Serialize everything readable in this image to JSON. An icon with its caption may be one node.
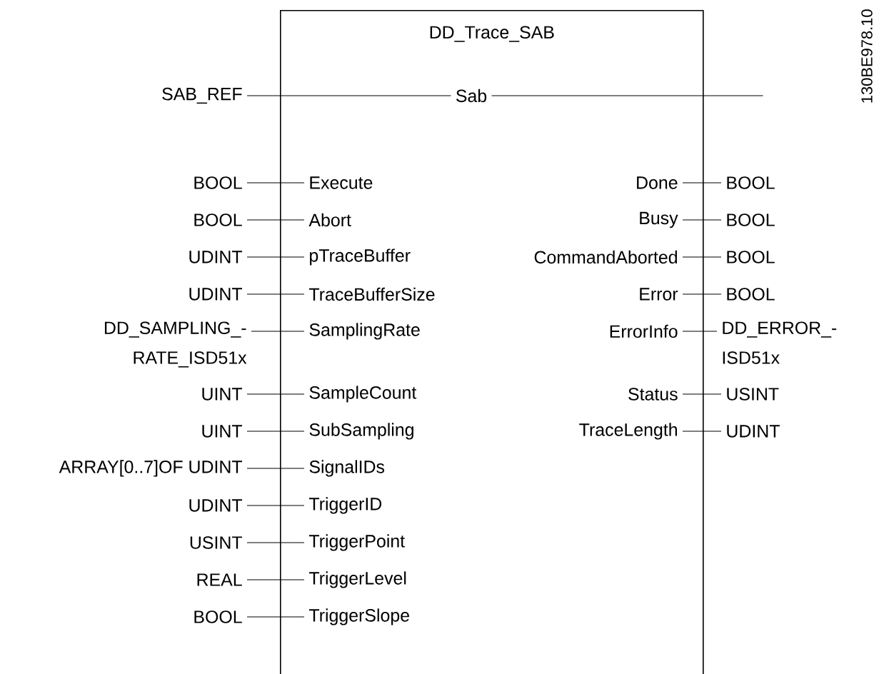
{
  "diagram": {
    "nodes": [
      {
        "text": [
          "DD_Trace_SAB"
        ]
      },
      {
        "text": [
          "SAB_REF"
        ]
      },
      {
        "text": [
          "Sab"
        ],
        "in": 0
      },
      {
        "text": [
          "BOOL"
        ]
      },
      {
        "text": [
          "Execute"
        ],
        "in": 0
      },
      {
        "text": [
          "Done"
        ],
        "in": 0
      },
      {
        "text": [
          "BOOL"
        ]
      },
      {
        "text": [
          "BOOL"
        ]
      },
      {
        "text": [
          "Abort"
        ],
        "in": 0
      },
      {
        "text": [
          "Busy"
        ],
        "in": 0
      },
      {
        "text": [
          "BOOL"
        ]
      },
      {
        "text": [
          "UDINT"
        ]
      },
      {
        "text": [
          "pTraceBuffer"
        ],
        "in": 0
      },
      {
        "text": [
          "CommandAborted"
        ],
        "in": 0
      },
      {
        "text": [
          "BOOL"
        ]
      },
      {
        "text": [
          "UDINT"
        ]
      },
      {
        "text": [
          "TraceBufferSize"
        ],
        "in": 0
      },
      {
        "text": [
          "Error"
        ],
        "in": 0
      },
      {
        "text": [
          "BOOL"
        ]
      },
      {
        "text": [
          "DD_SAMPLING_- RATE_ISD51x"
        ]
      },
      {
        "text": [
          "SamplingRate"
        ],
        "in": 0
      },
      {
        "text": [
          "ErrorInfo"
        ],
        "in": 0
      },
      {
        "text": [
          "DD_ERROR_- ISD51x"
        ]
      },
      {
        "text": [
          "UINT"
        ]
      },
      {
        "text": [
          "SampleCount"
        ],
        "in": 0
      },
      {
        "text": [
          "Status"
        ],
        "in": 0
      },
      {
        "text": [
          "USINT"
        ]
      },
      {
        "text": [
          "UINT"
        ]
      },
      {
        "text": [
          "SubSampling"
        ],
        "in": 0
      },
      {
        "text": [
          "TraceLength"
        ],
        "in": 0
      },
      {
        "text": [
          "UDINT"
        ]
      },
      {
        "text": [
          "ARRAY[0..7]OF UDINT"
        ]
      },
      {
        "text": [
          "SignalIDs"
        ],
        "in": 0
      },
      {
        "text": [
          "UDINT"
        ]
      },
      {
        "text": [
          "TriggerID"
        ],
        "in": 0
      },
      {
        "text": [
          "USINT"
        ]
      },
      {
        "text": [
          "TriggerPoint"
        ],
        "in": 0
      },
      {
        "text": [
          "REAL"
        ]
      },
      {
        "text": [
          "TriggerLevel"
        ],
        "in": 0
      },
      {
        "text": [
          "BOOL"
        ]
      },
      {
        "text": [
          "TriggerSlope"
        ],
        "in": 0
      }
    ],
    "edges": [
      {
        "from": 1,
        "to": 2,
        "arrow": "none"
      },
      {
        "from": 2,
        "to": null,
        "arrow": "none"
      },
      {
        "from": 3,
        "to": 4,
        "arrow": "none"
      },
      {
        "from": 5,
        "to": 6,
        "arrow": "none"
      },
      {
        "from": 7,
        "to": 8,
        "arrow": "none"
      },
      {
        "from": 9,
        "to": 10,
        "arrow": "none"
      },
      {
        "from": 11,
        "to": 12,
        "arrow": "none"
      },
      {
        "from": 13,
        "to": 14,
        "arrow": "none"
      },
      {
        "from": 15,
        "to": 16,
        "arrow": "none"
      },
      {
        "from": 17,
        "to": 18,
        "arrow": "none"
      },
      {
        "from": 19,
        "to": 20,
        "arrow": "none"
      },
      {
        "from": 21,
        "to": 22,
        "arrow": "none"
      },
      {
        "from": 23,
        "to": 24,
        "arrow": "none"
      },
      {
        "from": 25,
        "to": 26,
        "arrow": "none"
      },
      {
        "from": 27,
        "to": 28,
        "arrow": "none"
      },
      {
        "from": 29,
        "to": 30,
        "arrow": "none"
      },
      {
        "from": 31,
        "to": 32,
        "arrow": "none"
      },
      {
        "from": 33,
        "to": 34,
        "arrow": "none"
      },
      {
        "from": 35,
        "to": 36,
        "arrow": "none"
      },
      {
        "from": 37,
        "to": 38,
        "arrow": "none"
      },
      {
        "from": 39,
        "to": 40,
        "arrow": "none"
      }
    ],
    "labels": [
      "130BE978.10"
    ]
  }
}
